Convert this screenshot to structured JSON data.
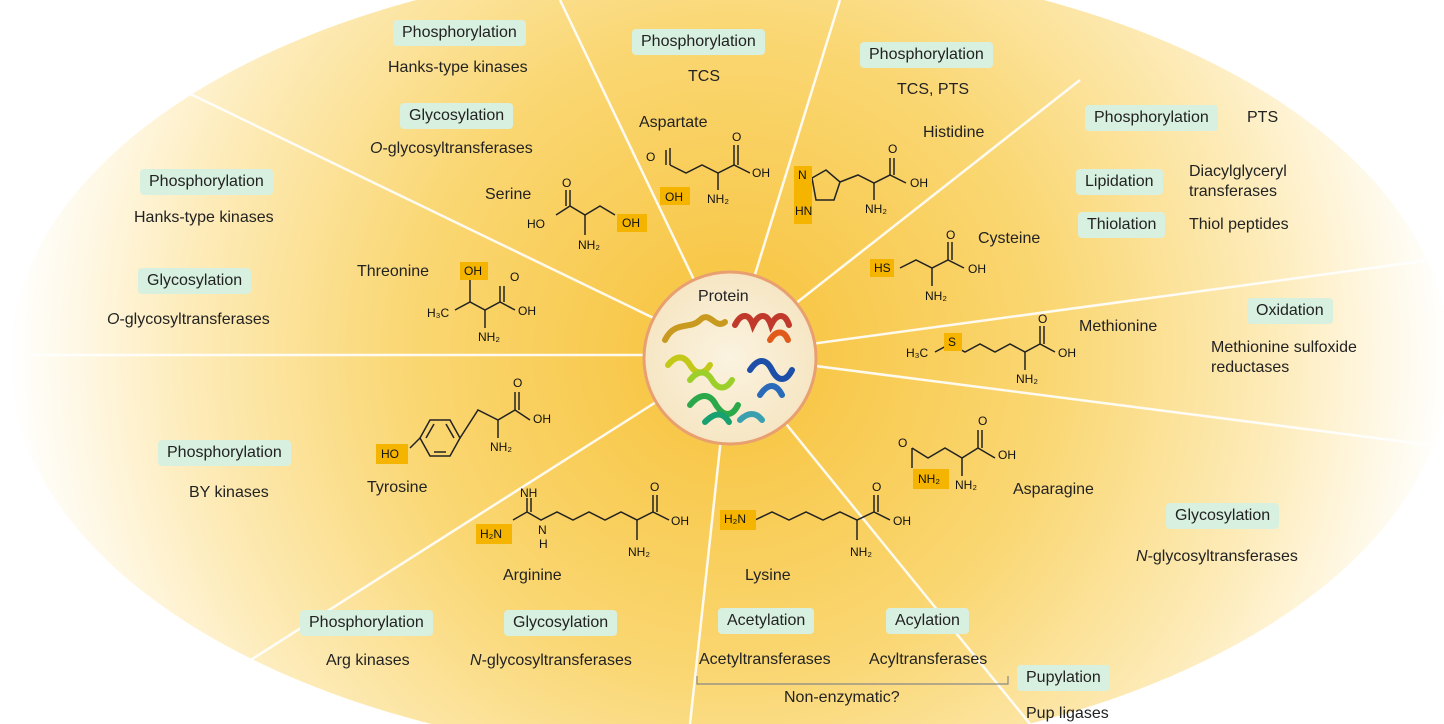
{
  "center": {
    "label": "Protein"
  },
  "amino_acids": {
    "serine": "Serine",
    "aspartate": "Aspartate",
    "histidine": "Histidine",
    "cysteine": "Cysteine",
    "threonine": "Threonine",
    "methionine": "Methionine",
    "tyrosine": "Tyrosine",
    "asparagine": "Asparagine",
    "arginine": "Arginine",
    "lysine": "Lysine"
  },
  "modifications": {
    "phos_hanks_top": "Phosphorylation",
    "phos_tcs": "Phosphorylation",
    "phos_tcs_pts": "Phosphorylation",
    "phos_pts": "Phosphorylation",
    "glyco_o_top": "Glycosylation",
    "phos_hanks_left": "Phosphorylation",
    "glyco_o_left": "Glycosylation",
    "lipidation": "Lipidation",
    "thiolation": "Thiolation",
    "oxidation": "Oxidation",
    "phos_by": "Phosphorylation",
    "glyco_n_right": "Glycosylation",
    "phos_arg": "Phosphorylation",
    "glyco_n_bottom": "Glycosylation",
    "acetylation": "Acetylation",
    "acylation": "Acylation",
    "pupylation": "Pupylation"
  },
  "enzymes": {
    "hanks_top": "Hanks-type kinases",
    "tcs": "TCS",
    "tcs_pts": "TCS, PTS",
    "pts": "PTS",
    "o_glyco_top_prefix": "O",
    "o_glyco_top_rest": "-glycosyltransferases",
    "hanks_left": "Hanks-type kinases",
    "o_glyco_left_prefix": "O",
    "o_glyco_left_rest": "-glycosyltransferases",
    "diacylglyceryl": "Diacylglyceryl transferases",
    "thiol_peptides": "Thiol peptides",
    "met_sulfoxide": "Methionine sulfoxide reductases",
    "by_kinases": "BY kinases",
    "n_glyco_right_prefix": "N",
    "n_glyco_right_rest": "-glycosyltransferases",
    "arg_kinases": "Arg kinases",
    "n_glyco_bottom_prefix": "N",
    "n_glyco_bottom_rest": "-glycosyltransferases",
    "acetyltransferases": "Acetyltransferases",
    "acyltransferases": "Acyltransferases",
    "non_enzymatic": "Non-enzymatic?",
    "pup_ligases": "Pup ligases"
  },
  "chem": {
    "ho": "HO",
    "oh": "OH",
    "o": "O",
    "nh2": "NH₂",
    "h3c": "H₃C",
    "n": "N",
    "hn": "HN",
    "s": "S",
    "hs": "HS",
    "h2n": "H₂N",
    "nh": "NH",
    "h": "H"
  },
  "colors": {
    "tag_bg": "#d8f0df",
    "highlight": "#f5b400",
    "glow": "#f8c840",
    "protein_ring": "#e8a070"
  }
}
